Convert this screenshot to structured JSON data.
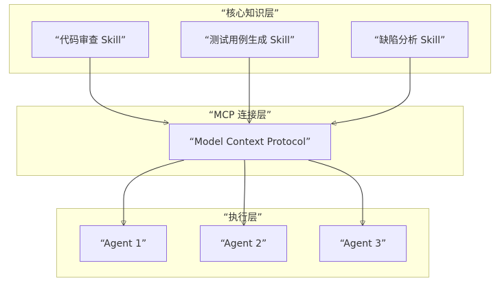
{
  "diagram": {
    "clusters": {
      "knowledge": {
        "label": "“核心知识层”"
      },
      "mcp": {
        "label": "“MCP 连接层”"
      },
      "execution": {
        "label": "“执行层”"
      }
    },
    "nodes": {
      "code_review": {
        "label": "“代码审查 Skill”"
      },
      "test_gen": {
        "label": "“测试用例生成 Skill”"
      },
      "defect": {
        "label": "“缺陷分析 Skill”"
      },
      "mcp_protocol": {
        "label": "“Model Context Protocol”"
      },
      "agent1": {
        "label": "“Agent 1”"
      },
      "agent2": {
        "label": "“Agent 2”"
      },
      "agent3": {
        "label": "“Agent 3”"
      }
    },
    "edges": [
      {
        "from": "code_review",
        "to": "mcp_protocol"
      },
      {
        "from": "test_gen",
        "to": "mcp_protocol"
      },
      {
        "from": "defect",
        "to": "mcp_protocol"
      },
      {
        "from": "mcp_protocol",
        "to": "agent1"
      },
      {
        "from": "mcp_protocol",
        "to": "agent2"
      },
      {
        "from": "mcp_protocol",
        "to": "agent3"
      }
    ],
    "colors": {
      "cluster_fill": "#ffffde",
      "cluster_border": "#c9c98a",
      "node_fill": "#ececff",
      "node_border": "#9370db",
      "edge": "#333333"
    }
  }
}
